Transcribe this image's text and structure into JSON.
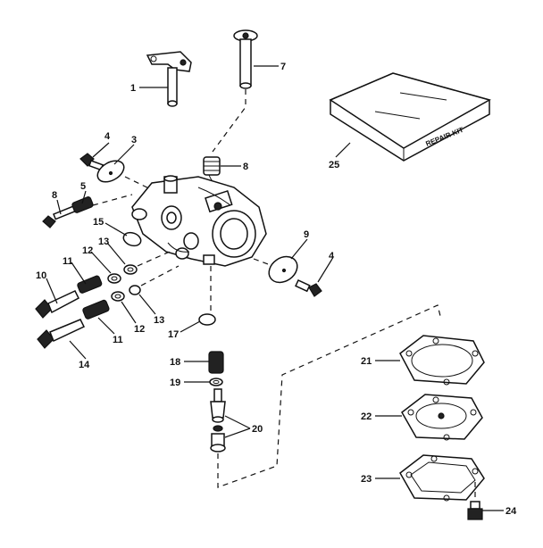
{
  "diagram": {
    "repair_kit_text": "REPAIR KIT",
    "callouts": {
      "c1": "1",
      "c7": "7",
      "c4a": "4",
      "c3": "3",
      "c8a": "8",
      "c25": "25",
      "c8b": "8",
      "c5": "5",
      "c15": "15",
      "c13a": "13",
      "c12a": "12",
      "c11a": "11",
      "c9": "9",
      "c4b": "4",
      "c10": "10",
      "c13b": "13",
      "c12b": "12",
      "c11b": "11",
      "c14": "14",
      "c17": "17",
      "c18": "18",
      "c19": "19",
      "c20": "20",
      "c21": "21",
      "c22": "22",
      "c23": "23",
      "c24": "24"
    }
  }
}
